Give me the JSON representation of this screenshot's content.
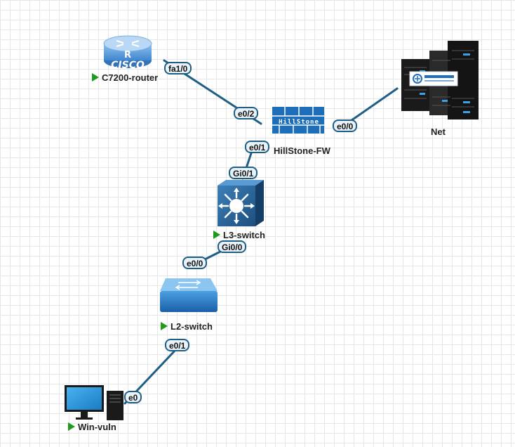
{
  "nodes": {
    "router": {
      "label": "C7200-router",
      "running": true,
      "icon": "cisco-router-icon",
      "brand": "CISCO"
    },
    "firewall": {
      "label": "HillStone-FW",
      "running": false,
      "icon": "firewall-icon",
      "brand": "HillStone"
    },
    "net": {
      "label": "Net",
      "running": false,
      "icon": "server-rack-icon"
    },
    "l3switch": {
      "label": "L3-switch",
      "running": true,
      "icon": "l3-switch-icon"
    },
    "l2switch": {
      "label": "L2-switch",
      "running": true,
      "icon": "l2-switch-icon"
    },
    "winvuln": {
      "label": "Win-vuln",
      "running": true,
      "icon": "desktop-computer-icon"
    }
  },
  "ports": {
    "router_fa1_0": "fa1/0",
    "fw_e0_2": "e0/2",
    "fw_e0_0": "e0/0",
    "fw_e0_1": "e0/1",
    "l3_gi0_1": "Gi0/1",
    "l3_gi0_0": "Gi0/0",
    "l2_e0_0": "e0/0",
    "l2_e0_1": "e0/1",
    "win_e0": "e0"
  },
  "colors": {
    "link": "#1f5f86",
    "running_indicator": "#1e9a1e",
    "grid": "#e6e6e6",
    "device_blue": "#2a7ec4"
  }
}
